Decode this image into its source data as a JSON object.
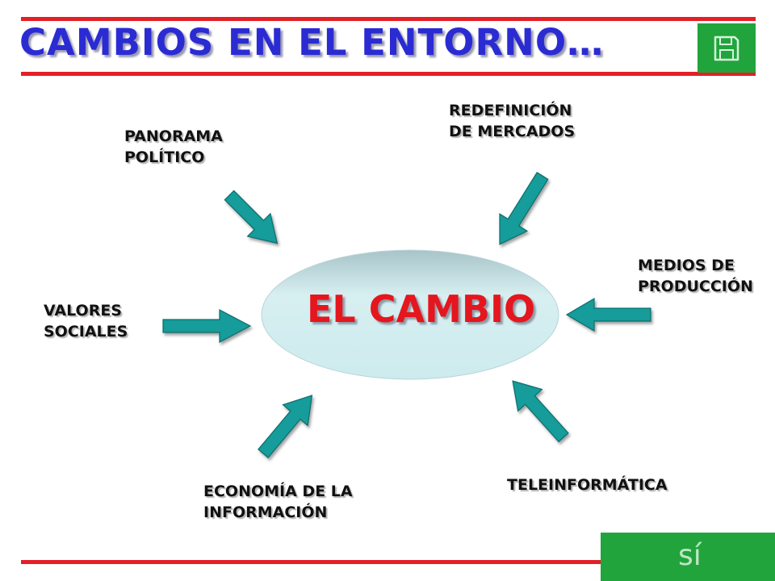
{
  "title": "CAMBIOS EN EL ENTORNO…",
  "center": {
    "label": "EL CAMBIO"
  },
  "factors": {
    "panorama_politico": [
      "PANORAMA",
      "POLÍTICO"
    ],
    "redefinicion_mercados": [
      "REDEFINICIÓN",
      "DE MERCADOS"
    ],
    "medios_produccion": [
      "MEDIOS DE",
      "PRODUCCIÓN"
    ],
    "valores_sociales": [
      "VALORES",
      "SOCIALES"
    ],
    "economia_informacion": [
      "ECONOMÍA DE LA",
      "INFORMACIÓN"
    ],
    "teleinformatica": [
      "TELEINFORMÁTICA"
    ]
  },
  "buttons": {
    "si_label": "sí"
  },
  "icons": {
    "save": "floppy-disk-icon"
  },
  "colors": {
    "title": "#2b2bd4",
    "rule": "#e41f26",
    "button_green": "#21a43c",
    "arrow": "#129c9a",
    "center_label": "#e5161e",
    "ellipse": "#cfeaec"
  }
}
